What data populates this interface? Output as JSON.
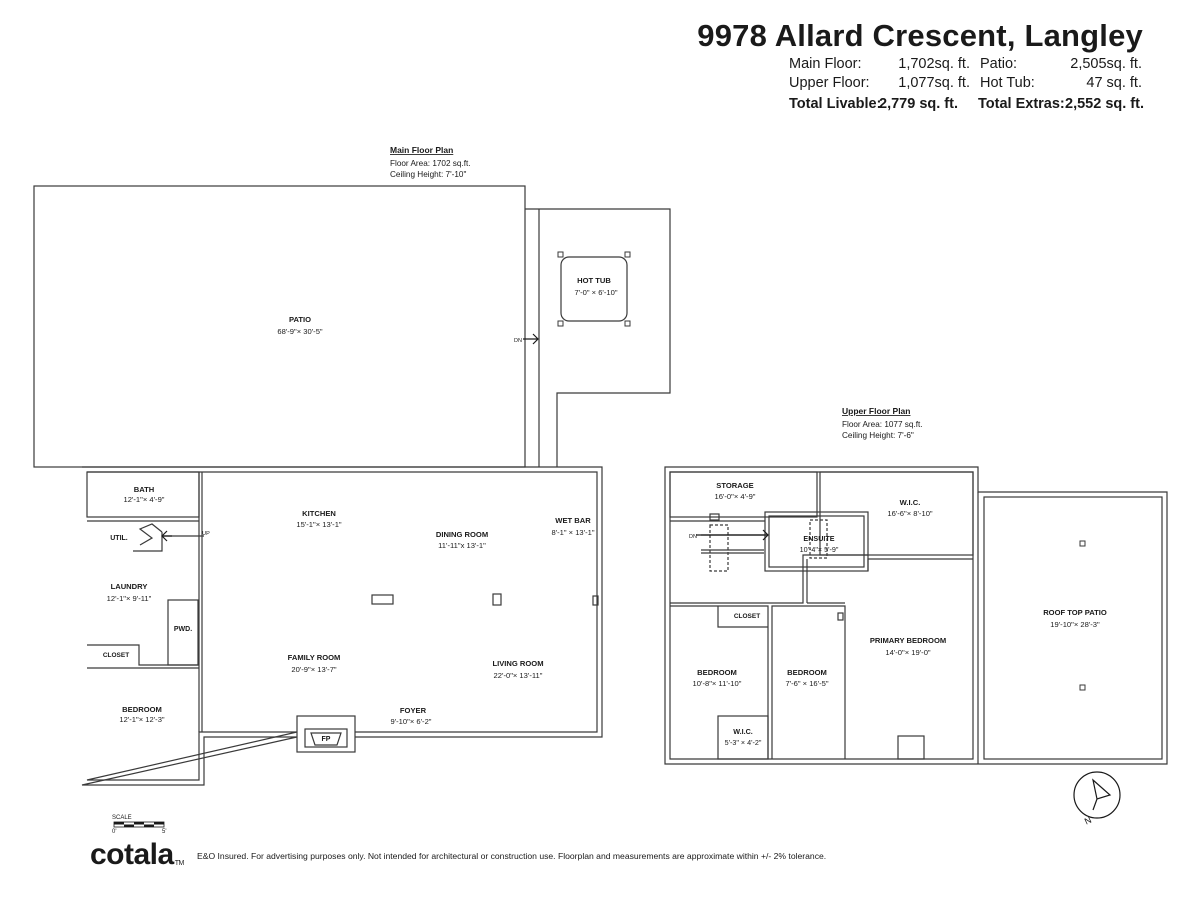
{
  "header": {
    "title": "9978 Allard Crescent, Langley",
    "stats": [
      {
        "label": "Main Floor:",
        "value": "1,702sq. ft."
      },
      {
        "label": "Upper Floor:",
        "value": "1,077sq. ft."
      },
      {
        "label": "Patio:",
        "value": "2,505sq. ft."
      },
      {
        "label": "Hot Tub:",
        "value": "47 sq. ft."
      }
    ],
    "totals": [
      {
        "label": "Total Livable:",
        "value": "2,779 sq. ft."
      },
      {
        "label": "Total Extras:",
        "value": "2,552 sq. ft."
      }
    ]
  },
  "main_plan": {
    "title": "Main Floor Plan",
    "area": "Floor Area: 1702 sq.ft.",
    "ceiling": "Ceiling Height: 7'-10\"",
    "rooms": {
      "patio": {
        "name": "PATIO",
        "dims": "68'-9\"× 30'-5\""
      },
      "hottub": {
        "name": "HOT TUB",
        "dims": "7'-0\" × 6'-10\""
      },
      "bath": {
        "name": "BATH",
        "dims": "12'-1\"× 4'-9\""
      },
      "util": {
        "name": "UTIL."
      },
      "laundry": {
        "name": "LAUNDRY",
        "dims": "12'-1\"× 9'-11\""
      },
      "pwd": {
        "name": "PWD."
      },
      "closet": {
        "name": "CLOSET"
      },
      "bedroom": {
        "name": "BEDROOM",
        "dims": "12'-1\"× 12'-3\""
      },
      "kitchen": {
        "name": "KITCHEN",
        "dims": "15'-1\"× 13'-1\""
      },
      "dining": {
        "name": "DINING ROOM",
        "dims": "11'-11\"x 13'-1\""
      },
      "wetbar": {
        "name": "WET BAR",
        "dims": "8'-1\" × 13'-1\""
      },
      "family": {
        "name": "FAMILY ROOM",
        "dims": "20'-9\"× 13'-7\""
      },
      "living": {
        "name": "LIVING ROOM",
        "dims": "22'-0\"× 13'-11\""
      },
      "foyer": {
        "name": "FOYER",
        "dims": "9'-10\"× 6'-2\""
      },
      "fp": {
        "name": "FP"
      }
    },
    "stair_dn": "DN",
    "stair_up": "UP"
  },
  "upper_plan": {
    "title": "Upper Floor Plan",
    "area": "Floor Area: 1077 sq.ft.",
    "ceiling": "Ceiling Height: 7'-6\"",
    "rooms": {
      "storage": {
        "name": "STORAGE",
        "dims": "16'-0\"× 4'-9\""
      },
      "wic": {
        "name": "W.I.C.",
        "dims": "16'-6\"× 8'-10\""
      },
      "ensuite": {
        "name": "ENSUITE",
        "dims": "10'-4\"× 5'-9\""
      },
      "rooftop": {
        "name": "ROOF TOP PATIO",
        "dims": "19'-10\"× 28'-3\""
      },
      "closet": {
        "name": "CLOSET"
      },
      "primary": {
        "name": "PRIMARY BEDROOM",
        "dims": "14'-0\"× 19'-0\""
      },
      "bed1": {
        "name": "BEDROOM",
        "dims": "10'-8\"× 11'-10\""
      },
      "bed2": {
        "name": "BEDROOM",
        "dims": "7'-6\" × 16'-5\""
      },
      "wic2": {
        "name": "W.I.C.",
        "dims": "5'-3\" × 4'-2\""
      }
    },
    "stair_dn": "DN"
  },
  "scale": {
    "label": "SCALE",
    "start": "0'",
    "end": "5'"
  },
  "compass": {
    "letter": "N"
  },
  "footer": {
    "logo": "cotala",
    "trademark": "TM",
    "disclaimer": "E&O Insured. For advertising purposes only. Not intended for architectural or construction use. Floorplan and measurements are approximate within +/- 2% tolerance."
  },
  "colors": {
    "ink": "#1a1a1a",
    "wall": "#3a3a3a",
    "background": "#ffffff"
  }
}
